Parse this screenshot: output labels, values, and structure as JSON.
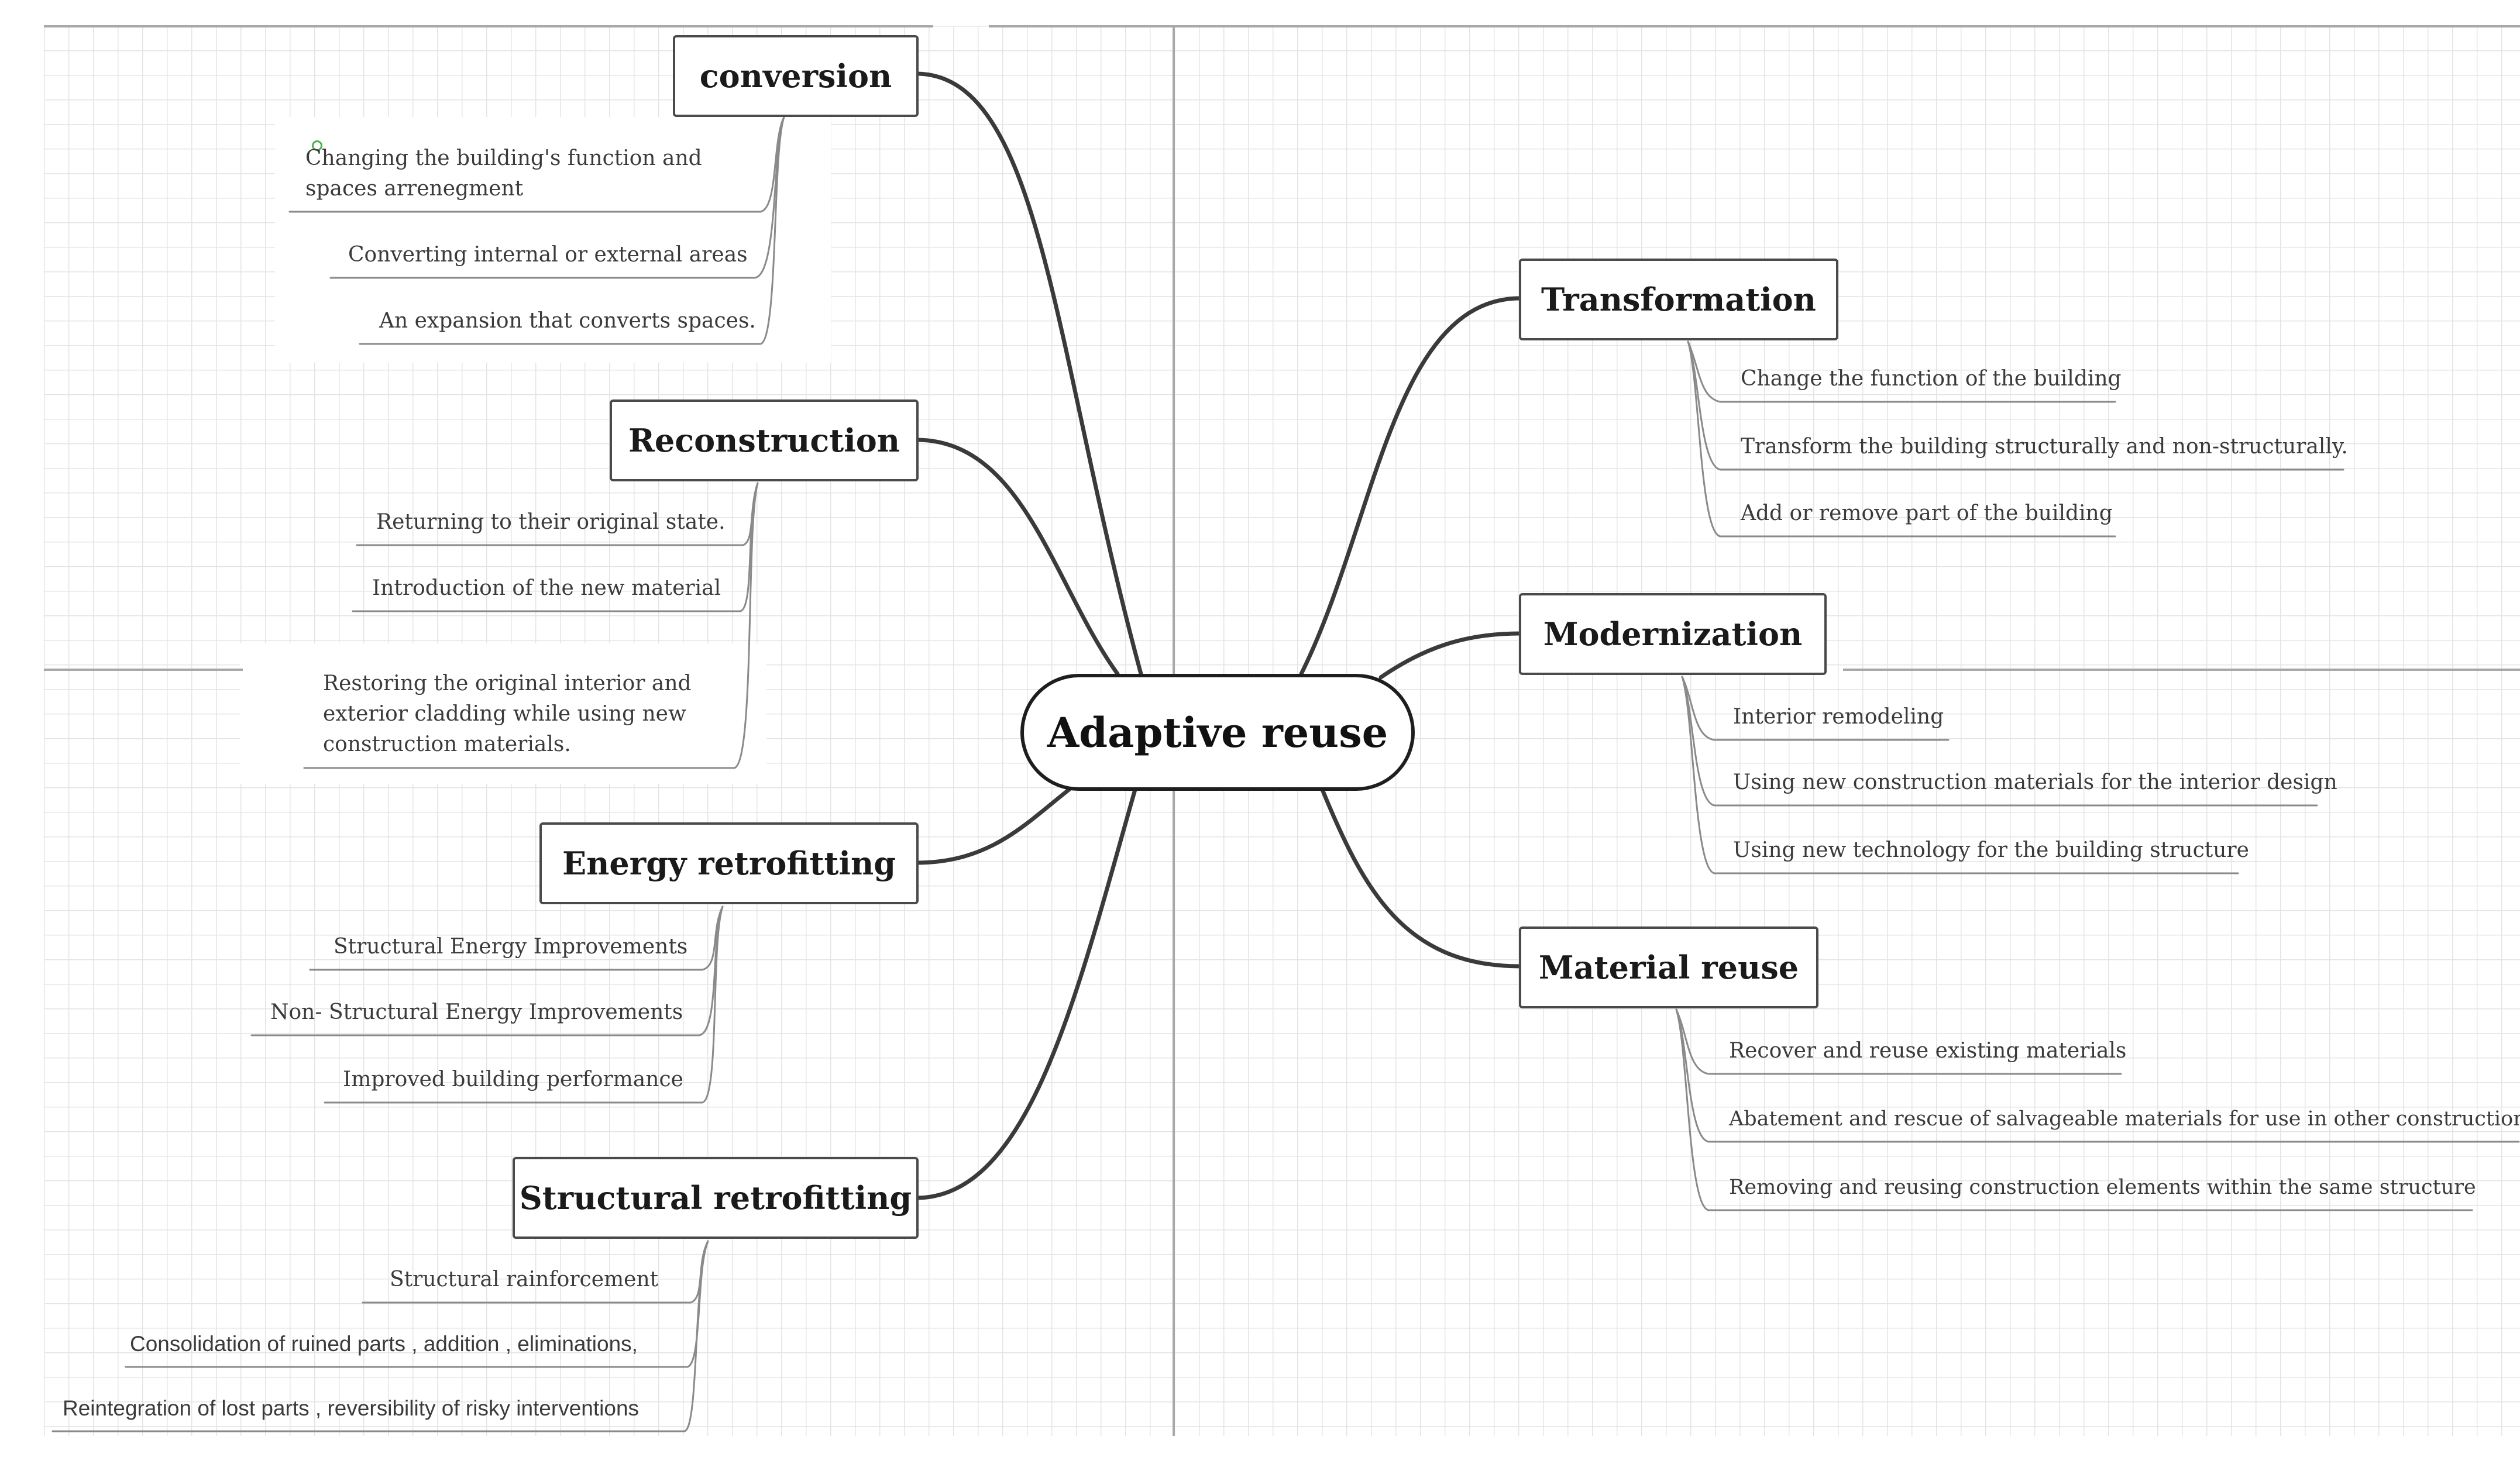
{
  "central": "Adaptive reuse",
  "branches": {
    "conversion": {
      "label": "conversion",
      "items": [
        "Changing the building's function and spaces arrenegment",
        "Converting internal or external areas",
        "An expansion that converts spaces."
      ]
    },
    "reconstruction": {
      "label": "Reconstruction",
      "items": [
        "Returning to their original state.",
        "Introduction of the new  material",
        "Restoring the original interior and exterior cladding while using new construction materials."
      ]
    },
    "energy": {
      "label": "Energy  retrofitting",
      "items": [
        "Structural Energy Improvements",
        "Non- Structural Energy Improvements",
        "Improved building performance"
      ]
    },
    "structural": {
      "label": "Structural retrofitting",
      "items": [
        "Structural  rainforcement",
        "Consolidation of ruined parts , addition , eliminations,",
        "Reintegration of lost parts , reversibility of risky interventions"
      ]
    },
    "transformation": {
      "label": "Transformation",
      "items": [
        "Change the function of the building",
        "Transform the building structurally and non-structurally.",
        "Add or remove part of the building"
      ]
    },
    "modernization": {
      "label": "Modernization",
      "items": [
        "Interior remodeling",
        "Using new  construction materials for the interior design",
        "Using new  technology for the building structure"
      ]
    },
    "material": {
      "label": "Material reuse",
      "items": [
        "Recover and reuse existing materials",
        "Abatement and rescue of salvageable materials for use  in other construction",
        "Removing and reusing construction elements within the same structure"
      ]
    }
  },
  "colors": {
    "connector": "#3a3a3a",
    "leaf_line": "#8a8a8a",
    "grid": "#e4e4e4",
    "axis": "#a8a8a8"
  }
}
